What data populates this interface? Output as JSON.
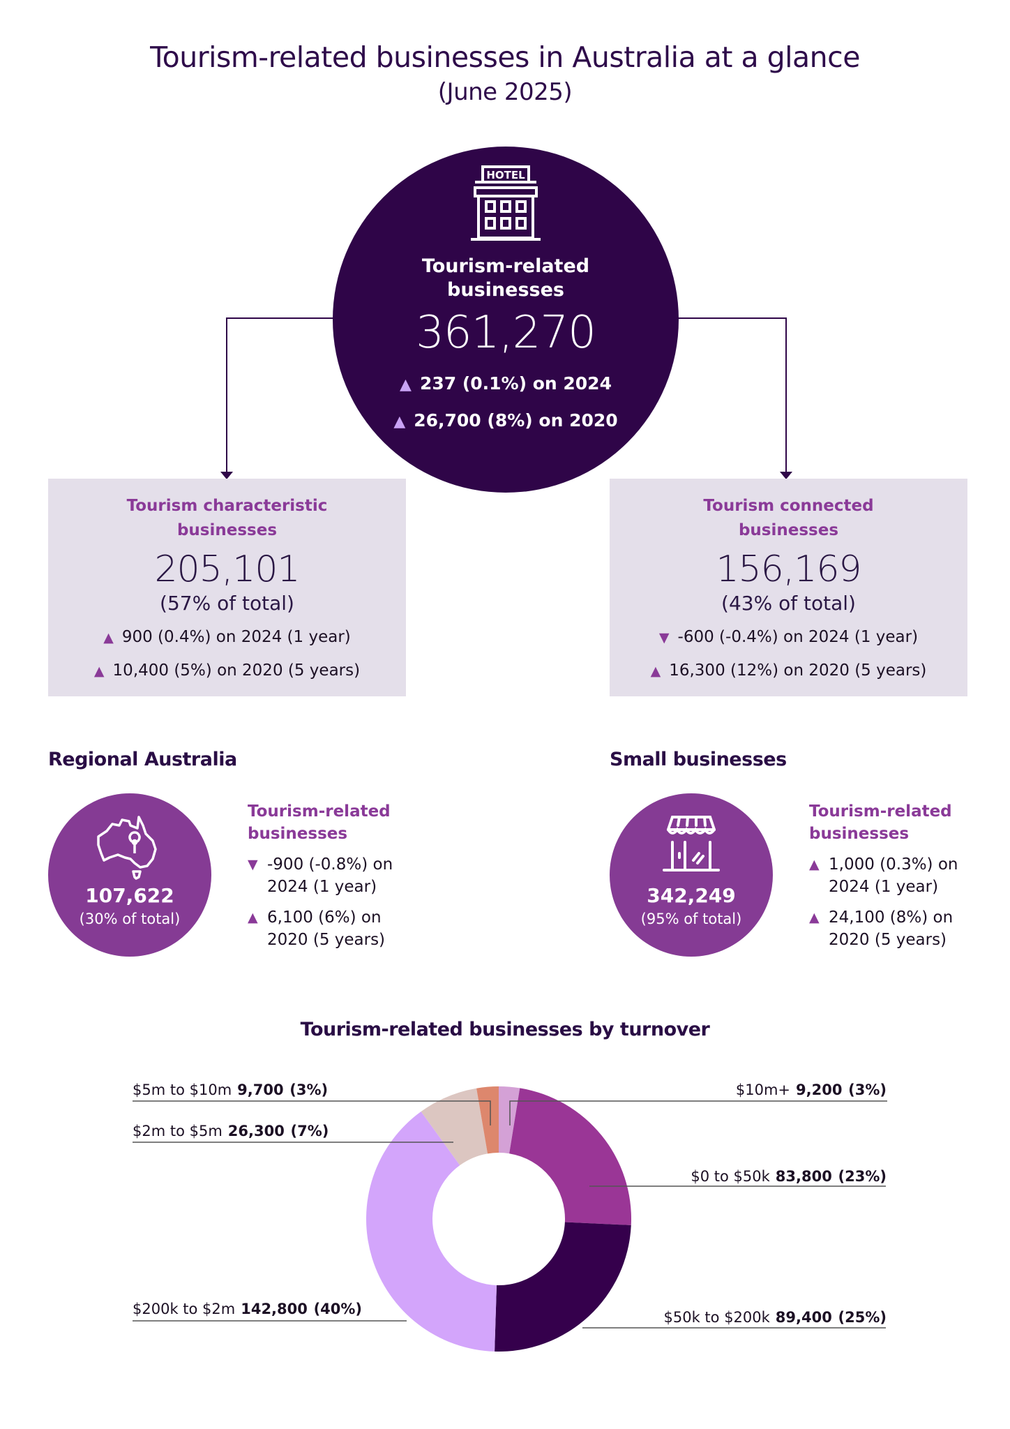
{
  "header": {
    "title": "Tourism-related businesses in Australia at a glance",
    "subtitle": "(June 2025)"
  },
  "total": {
    "icon": "hotel-icon",
    "label_line1": "Tourism-related",
    "label_line2": "businesses",
    "value": "361,270",
    "changes": [
      {
        "direction": "up",
        "text": "237 (0.1%) on 2024"
      },
      {
        "direction": "up",
        "text": "26,700 (8%) on 2020"
      }
    ]
  },
  "characteristic": {
    "label_line1": "Tourism characteristic",
    "label_line2": "businesses",
    "value": "205,101",
    "share": "(57% of total)",
    "changes": [
      {
        "direction": "up",
        "text": "900 (0.4%) on 2024 (1 year)"
      },
      {
        "direction": "up",
        "text": "10,400 (5%) on 2020 (5 years)"
      }
    ]
  },
  "connected": {
    "label_line1": "Tourism connected",
    "label_line2": "businesses",
    "value": "156,169",
    "share": "(43% of total)",
    "changes": [
      {
        "direction": "down",
        "text": "-600 (-0.4%) on 2024 (1 year)"
      },
      {
        "direction": "up",
        "text": "16,300 (12%) on 2020 (5 years)"
      }
    ]
  },
  "regional": {
    "heading": "Regional Australia",
    "icon": "australia-map-pin-icon",
    "value": "107,622",
    "share": "(30% of total)",
    "side_label_line1": "Tourism-related",
    "side_label_line2": "businesses",
    "changes": [
      {
        "direction": "down",
        "line1": "-900 (-0.8%) on",
        "line2": "2024 (1 year)"
      },
      {
        "direction": "up",
        "line1": "6,100 (6%) on",
        "line2": "2020 (5 years)"
      }
    ]
  },
  "small": {
    "heading": "Small businesses",
    "icon": "storefront-icon",
    "value": "342,249",
    "share": "(95% of total)",
    "side_label_line1": "Tourism-related",
    "side_label_line2": "businesses",
    "changes": [
      {
        "direction": "up",
        "line1": "1,000 (0.3%) on",
        "line2": "2024 (1 year)"
      },
      {
        "direction": "up",
        "line1": "24,100 (8%) on",
        "line2": "2020 (5 years)"
      }
    ]
  },
  "glyphs": {
    "up": "▲",
    "down": "▼"
  },
  "colors": {
    "dark_purple": "#2f0548",
    "mid_purple": "#853b94",
    "box_bg": "#e4dfea",
    "accent_text": "#8a3a98",
    "hero_triangle": "#c9a3f5"
  },
  "chart_data": {
    "type": "pie",
    "subtype": "donut",
    "title": "Tourism-related businesses by turnover",
    "categories": [
      "$10m+",
      "$0 to $50k",
      "$50k to $200k",
      "$200k to $2m",
      "$2m to $5m",
      "$5m to $10m"
    ],
    "values": [
      9200,
      83800,
      89400,
      142800,
      26300,
      9700
    ],
    "value_labels": [
      "9,200",
      "83,800",
      "89,400",
      "142,800",
      "26,300",
      "9,700"
    ],
    "percentages": [
      3,
      23,
      25,
      40,
      7,
      3
    ],
    "percent_labels": [
      "(3%)",
      "(23%)",
      "(25%)",
      "(40%)",
      "(7%)",
      "(3%)"
    ],
    "colors": [
      "#d4a1d6",
      "#9a3696",
      "#35004c",
      "#d3a5fb",
      "#dcc6c1",
      "#dd876d"
    ],
    "start_angle": "12 o'clock, clockwise",
    "legend": "leader-line labels"
  }
}
